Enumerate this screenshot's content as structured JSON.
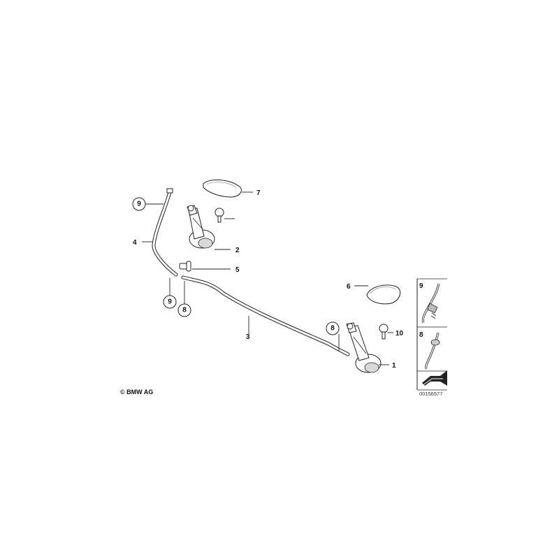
{
  "callouts": {
    "c1": "1",
    "c2": "2",
    "c3": "3",
    "c4": "4",
    "c5": "5",
    "c6": "6",
    "c7": "7",
    "c8a": "8",
    "c8b": "8",
    "c9a": "9",
    "c9b": "9",
    "c10": "10"
  },
  "legend": {
    "item_9": "9",
    "item_8": "8"
  },
  "footer": {
    "copyright": "© BMW AG",
    "doc_number": "00156577"
  }
}
